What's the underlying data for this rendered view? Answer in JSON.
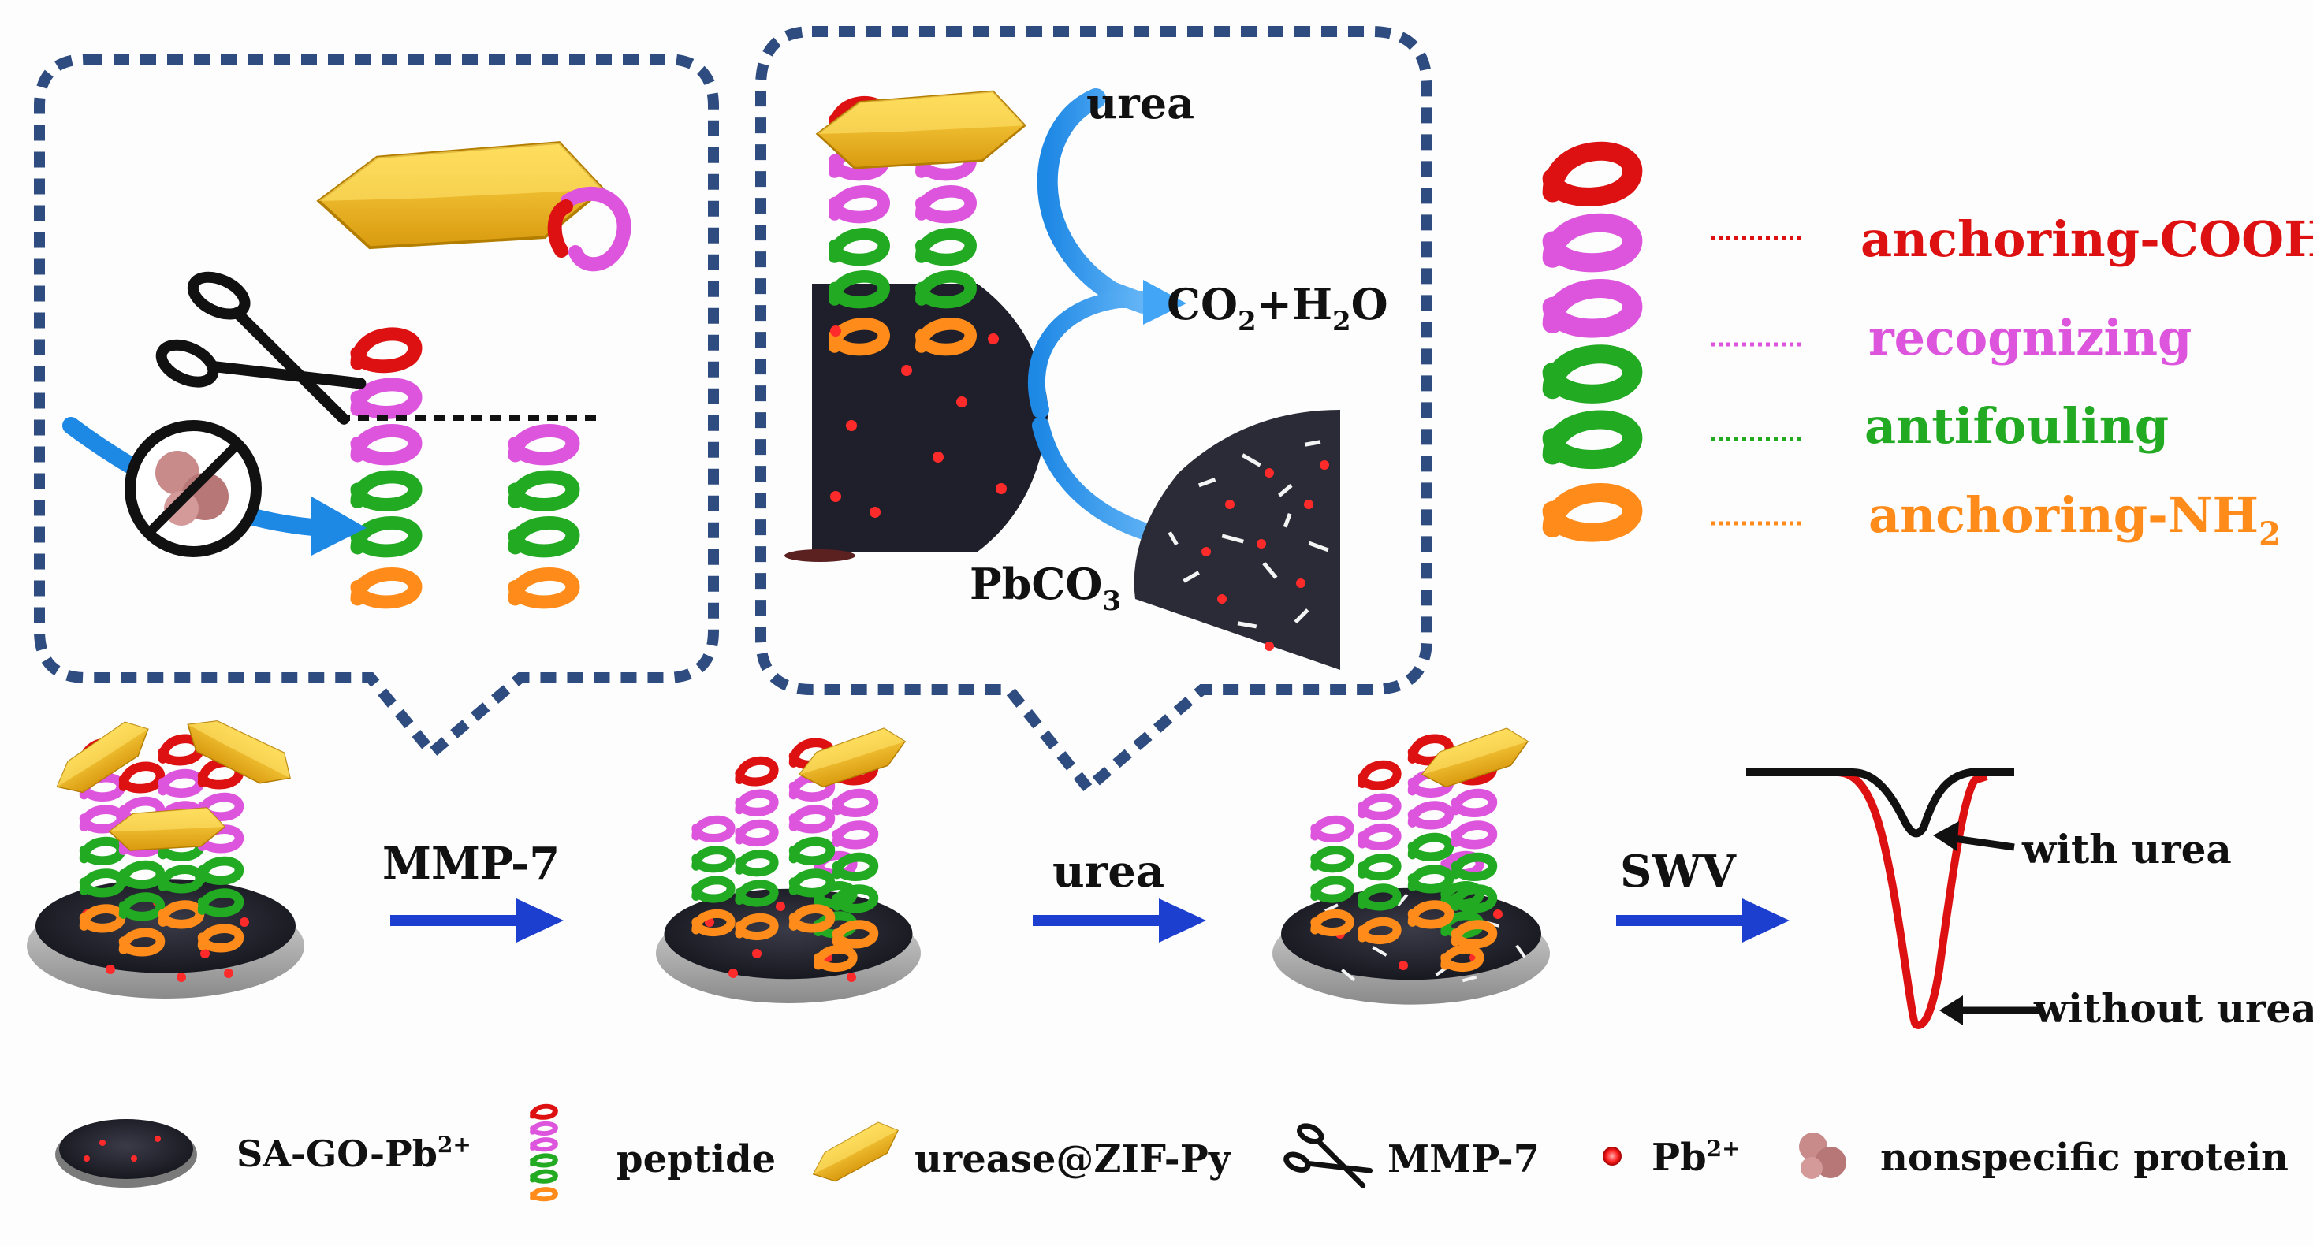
{
  "colors": {
    "bubble_border": "#2e4c7f",
    "arrow": "#1d3fd0",
    "flow_arrow": "#2196f3",
    "anchoring_cooh": "#dd1111",
    "recognizing": "#dd55dd",
    "antifouling": "#22aa22",
    "anchoring_nh2": "#ff8c1a",
    "urease": "#f5b821",
    "electrode": "#1e1f2a",
    "pb_dot": "#ff2222",
    "curve_with": "#111111",
    "curve_without": "#dd1111"
  },
  "icons": [
    "scissors-icon",
    "nonspecific-protein-icon",
    "no-entry-icon",
    "helix-peptide-icon",
    "urease-crystal-icon",
    "electrode-disc-icon"
  ],
  "peptide_legend": {
    "anchoring_cooh": "anchoring-COOH",
    "recognizing": "recognizing",
    "antifouling": "antifouling",
    "anchoring_nh2_base": "anchoring-NH",
    "anchoring_nh2_sub": "2"
  },
  "reaction": {
    "urea": "urea",
    "co2": "CO",
    "co2_sub": "2",
    "plus_h": "+H",
    "h_sub": "2",
    "o": "O",
    "pbco3": "PbCO",
    "pbco3_sub": "3"
  },
  "process": {
    "step1": "MMP-7",
    "step2": "urea",
    "step3": "SWV"
  },
  "swv": {
    "with": "with urea",
    "without": "without urea"
  },
  "legend": {
    "electrode": "SA-GO-Pb",
    "electrode_sup": "2+",
    "peptide": "peptide",
    "urease": "urease@ZIF-Py",
    "mmp": "MMP-7",
    "pb": "Pb",
    "pb_sup": "2+",
    "protein": "nonspecific protein"
  }
}
